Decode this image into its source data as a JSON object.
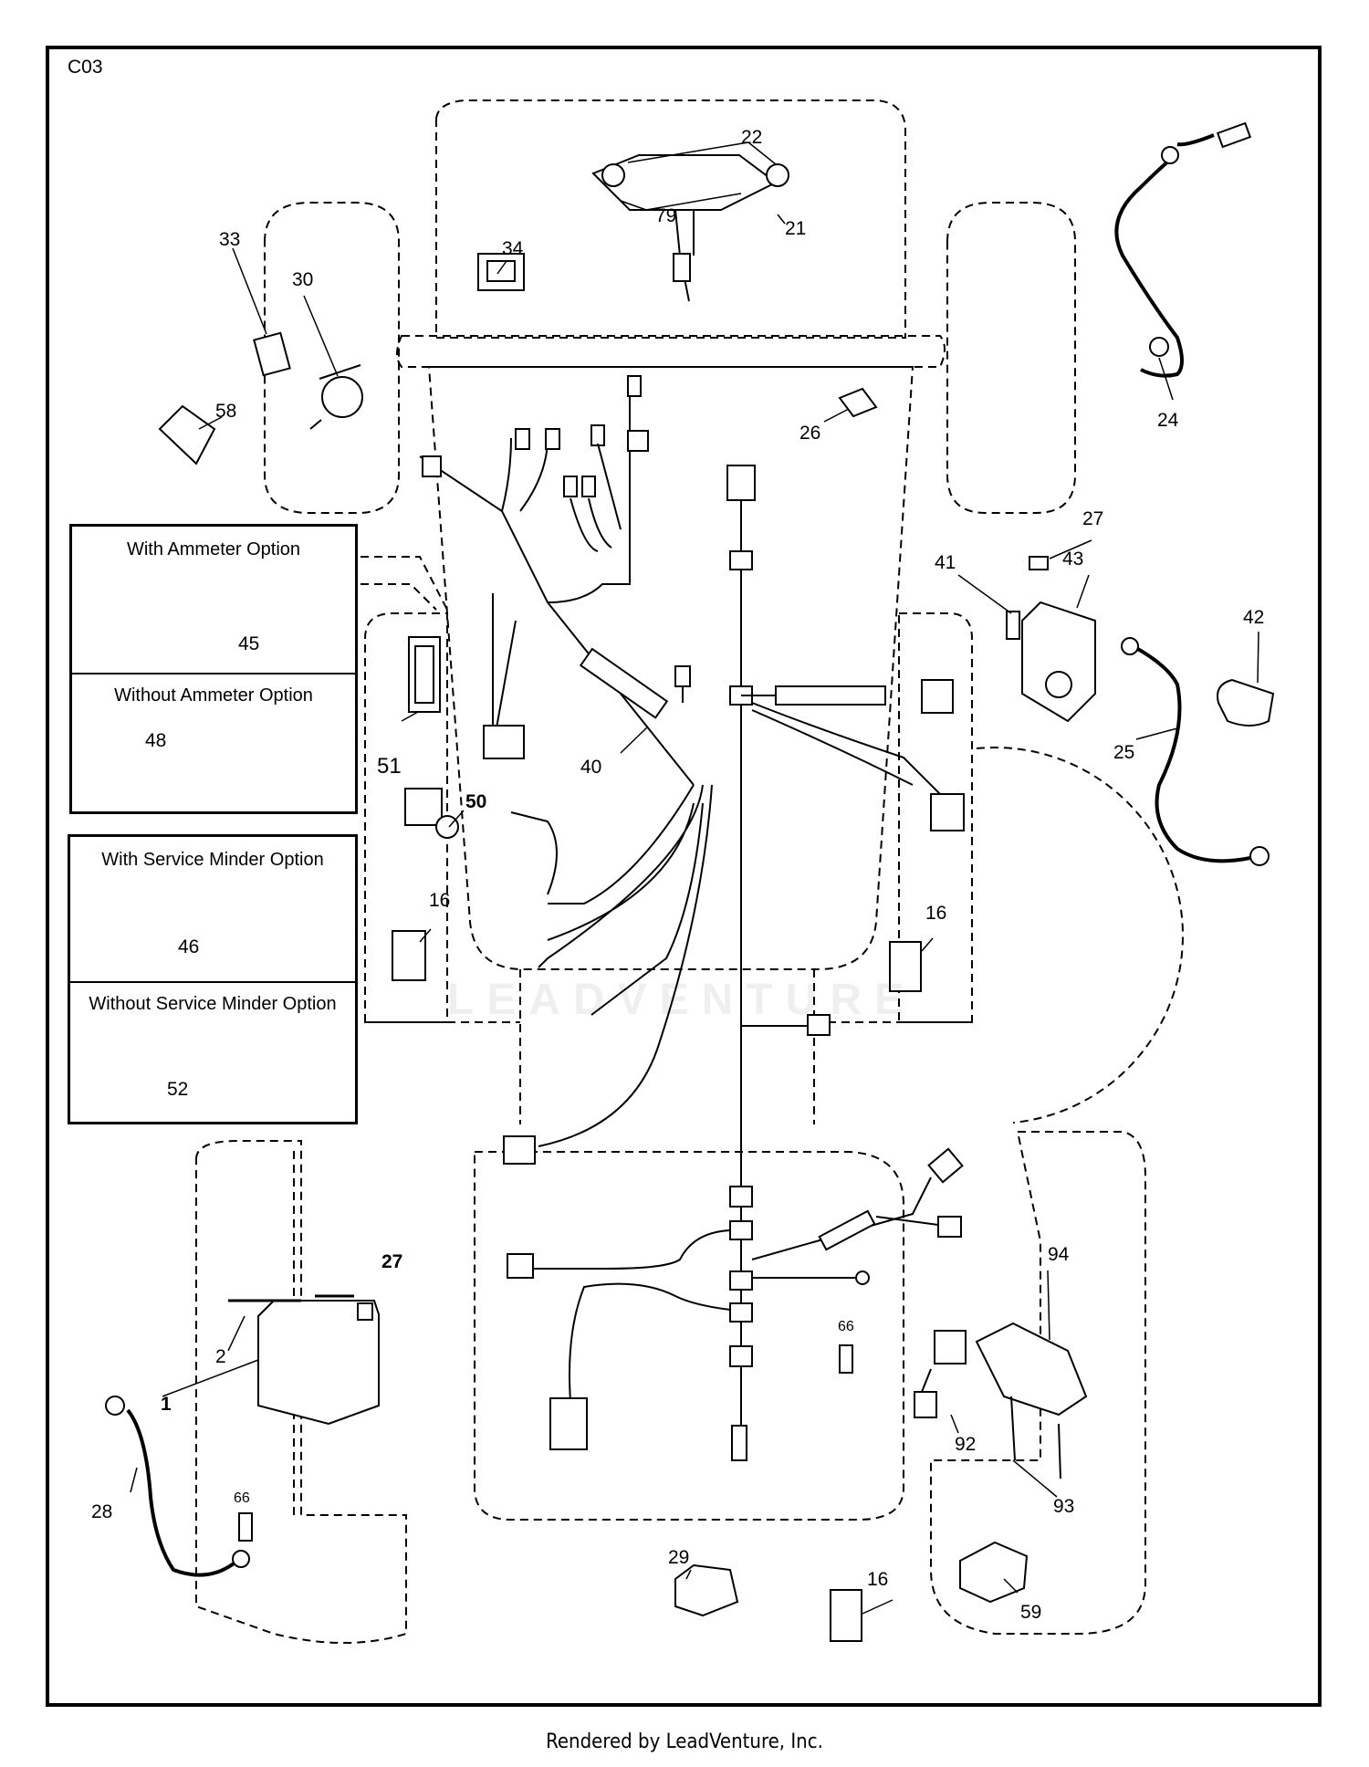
{
  "diagram_code": "C03",
  "watermark": "LEADVENTURE",
  "footer": "Rendered by LeadVenture, Inc.",
  "callouts": [
    {
      "id": "c22",
      "text": "22"
    },
    {
      "id": "c79",
      "text": "79"
    },
    {
      "id": "c21",
      "text": "21"
    },
    {
      "id": "c34",
      "text": "34"
    },
    {
      "id": "c33",
      "text": "33"
    },
    {
      "id": "c30",
      "text": "30"
    },
    {
      "id": "c58",
      "text": "58"
    },
    {
      "id": "c24",
      "text": "24"
    },
    {
      "id": "c26",
      "text": "26"
    },
    {
      "id": "c27a",
      "text": "27"
    },
    {
      "id": "c41",
      "text": "41"
    },
    {
      "id": "c43",
      "text": "43"
    },
    {
      "id": "c42",
      "text": "42"
    },
    {
      "id": "c25",
      "text": "25"
    },
    {
      "id": "c51",
      "text": "51"
    },
    {
      "id": "c40",
      "text": "40"
    },
    {
      "id": "c50",
      "text": "50"
    },
    {
      "id": "c16a",
      "text": "16"
    },
    {
      "id": "c16b",
      "text": "16"
    },
    {
      "id": "c27b",
      "text": "27"
    },
    {
      "id": "c2",
      "text": "2"
    },
    {
      "id": "c1",
      "text": "1"
    },
    {
      "id": "c28",
      "text": "28"
    },
    {
      "id": "c66a",
      "text": "66"
    },
    {
      "id": "c66b",
      "text": "66"
    },
    {
      "id": "c94",
      "text": "94"
    },
    {
      "id": "c92",
      "text": "92"
    },
    {
      "id": "c93",
      "text": "93"
    },
    {
      "id": "c29",
      "text": "29"
    },
    {
      "id": "c16c",
      "text": "16"
    },
    {
      "id": "c59",
      "text": "59"
    }
  ],
  "ammeter_box": {
    "with_title": "With Ammeter Option",
    "with_part": "45",
    "without_title": "Without Ammeter Option",
    "without_part": "48"
  },
  "service_box": {
    "with_title": "With Service Minder Option",
    "with_part": "46",
    "without_title": "Without Service Minder Option",
    "without_part": "52"
  }
}
